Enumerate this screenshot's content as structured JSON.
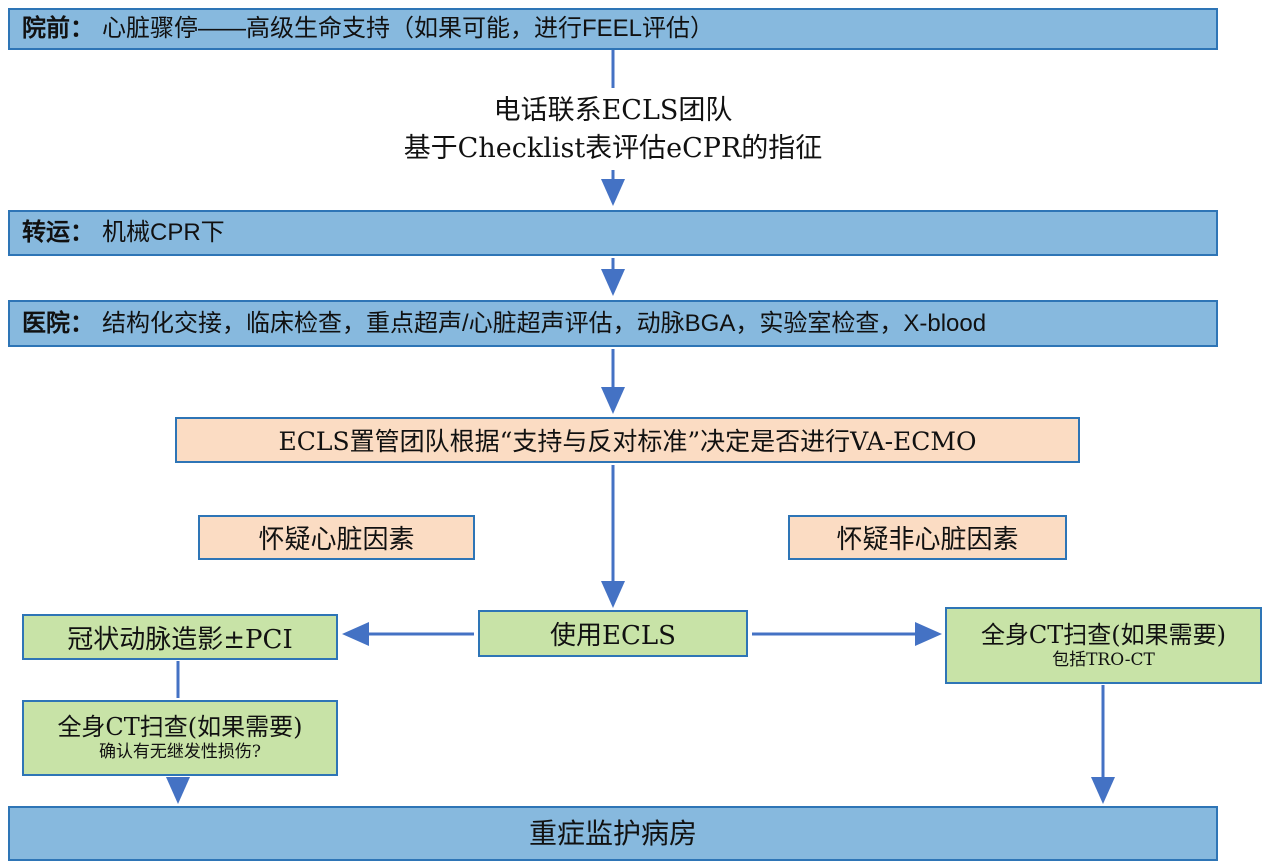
{
  "flow": {
    "colors": {
      "bar_fill": "#87B9DE",
      "bar_border": "#2E75B6",
      "peach_fill": "#FBDCC3",
      "green_fill": "#C8E3A7",
      "arrow": "#4472C4"
    },
    "prehospital": {
      "prefix": "院前：",
      "text": "心脏骤停——高级生命支持（如果可能，进行FEEL评估）"
    },
    "call_note": {
      "line1": "电话联系ECLS团队",
      "line2": "基于Checklist表评估eCPR的指征"
    },
    "transport": {
      "prefix": "转运：",
      "text": "机械CPR下"
    },
    "hospital": {
      "prefix": "医院：",
      "text": "结构化交接，临床检查，重点超声/心脏超声评估，动脉BGA，实验室检查，X-blood"
    },
    "decision": "ECLS置管团队根据“支持与反对标准”决定是否进行VA-ECMO",
    "suspect_cardiac": "怀疑心脏因素",
    "suspect_noncardiac": "怀疑非心脏因素",
    "use_ecls": "使用ECLS",
    "coronary": "冠状动脉造影±PCI",
    "ct_left": {
      "main": "全身CT扫查(如果需要)",
      "sub": "确认有无继发性损伤?"
    },
    "ct_right": {
      "main": "全身CT扫查(如果需要)",
      "sub": "包括TRO-CT"
    },
    "icu": "重症监护病房"
  }
}
